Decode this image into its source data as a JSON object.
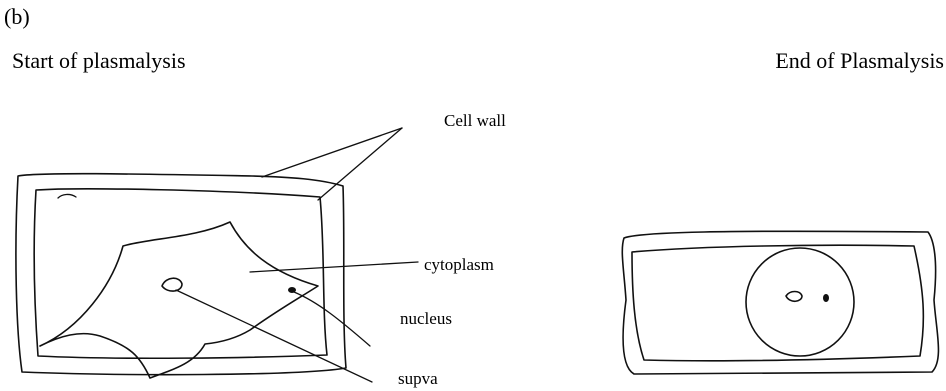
{
  "part_label": "(b)",
  "left_diagram": {
    "title": "Start of plasmalysis",
    "labels": {
      "cell_wall": "Cell wall",
      "cytoplasm": "cytoplasm",
      "nucleus": "nucleus",
      "vacuole": "supva"
    }
  },
  "right_diagram": {
    "title": "End of Plasmalysis"
  }
}
